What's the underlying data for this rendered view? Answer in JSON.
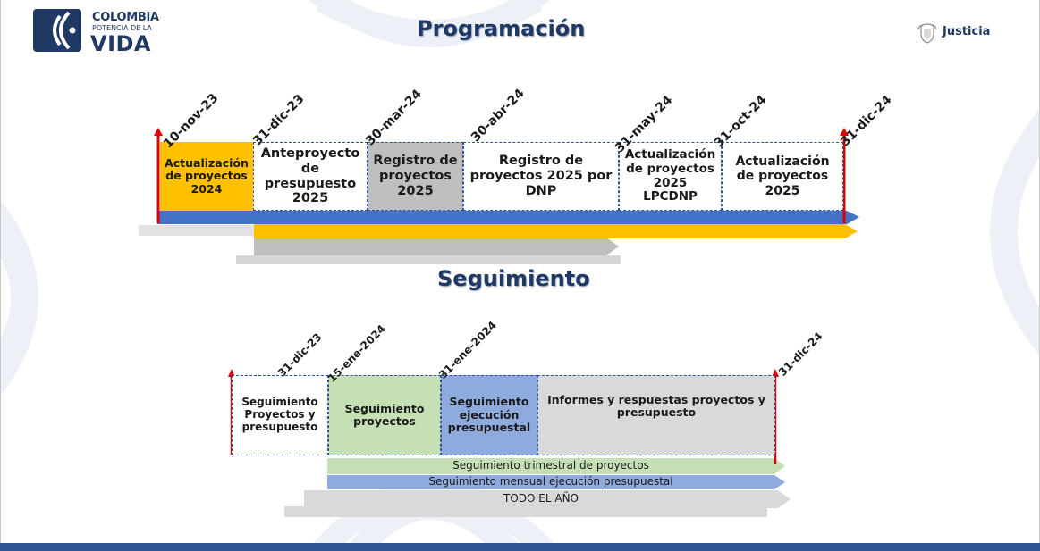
{
  "header": {
    "logo_line1": "COLOMBIA",
    "logo_line2": "POTENCIA DE LA",
    "logo_line3": "VIDA",
    "brand_right": "Justicia"
  },
  "programacion": {
    "title": "Programación",
    "dates": [
      "10-nov-23",
      "31-dic-23",
      "30-mar-24",
      "30-abr-24",
      "31-may-24",
      "31-oct-24",
      "31-dic-24"
    ],
    "phases": [
      {
        "lines": [
          "Actualización",
          "de proyectos",
          "2024"
        ],
        "color": "#ffc000"
      },
      {
        "lines": [
          "Anteproyecto",
          "de",
          "presupuesto",
          "2025"
        ],
        "color": "#ffffff"
      },
      {
        "lines": [
          "Registro de",
          "proyectos",
          "2025"
        ],
        "color": "#bfbfbf"
      },
      {
        "lines": [
          "Registro de",
          "proyectos 2025 por",
          "DNP"
        ],
        "color": "#ffffff"
      },
      {
        "lines": [
          "Actualización",
          "de proyectos",
          "2025",
          "LPCDNP"
        ],
        "color": "#ffffff"
      },
      {
        "lines": [
          "Actualización",
          "de proyectos",
          "2025"
        ],
        "color": "#ffffff"
      }
    ]
  },
  "seguimiento": {
    "title": "Seguimiento",
    "dates": [
      "31-dic-23",
      "15-ene-2024",
      "31-ene-2024",
      "31-dic-24"
    ],
    "phases": [
      {
        "lines": [
          "Seguimiento",
          "Proyectos y",
          "presupuesto"
        ],
        "color": "#ffffff"
      },
      {
        "lines": [
          "Seguimiento",
          "proyectos"
        ],
        "color": "#c5e0b4"
      },
      {
        "lines": [
          "Seguimiento",
          "ejecución",
          "presupuestal"
        ],
        "color": "#8faadc"
      },
      {
        "lines": [
          "Informes y respuestas proyectos y",
          "presupuesto"
        ],
        "color": "#d9d9d9"
      }
    ],
    "bars": {
      "trimestral": "Seguimiento trimestral de proyectos",
      "mensual": "Seguimiento mensual ejecución presupuestal",
      "todo": "TODO EL AÑO"
    }
  },
  "colors": {
    "navy": "#1f3864",
    "blue_bar": "#4472c4",
    "yellow_bar": "#ffc000",
    "gray_bar": "#bfbfbf",
    "green_bar": "#c5e0b4",
    "red_marker": "#e00000",
    "footer": "#2f5597"
  }
}
